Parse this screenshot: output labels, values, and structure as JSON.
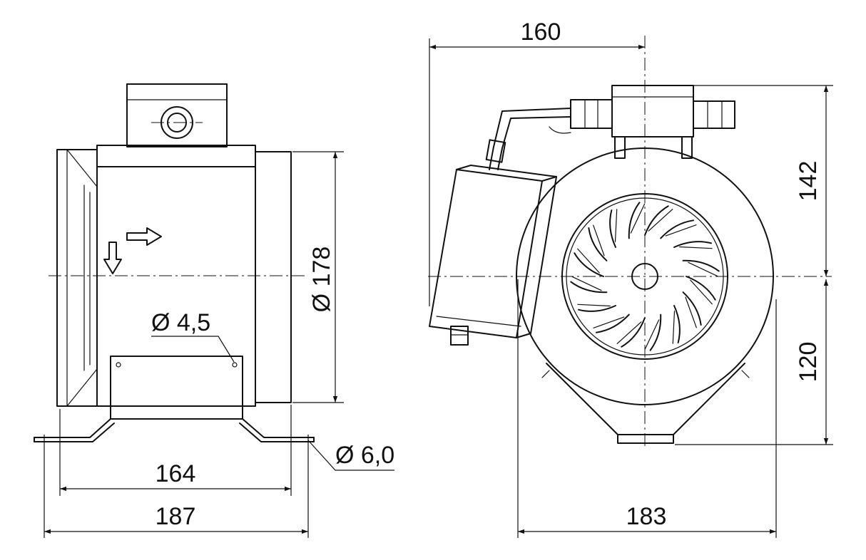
{
  "side_view": {
    "dim_diameter_outer": "Ø 178",
    "dim_hole": "Ø 4,5",
    "dim_foot_hole": "Ø 6,0",
    "dim_width_inner": "164",
    "dim_width_outer": "187"
  },
  "front_view": {
    "dim_top_width": "160",
    "dim_upper_height": "142",
    "dim_lower_height": "120",
    "dim_bottom_width": "183"
  }
}
